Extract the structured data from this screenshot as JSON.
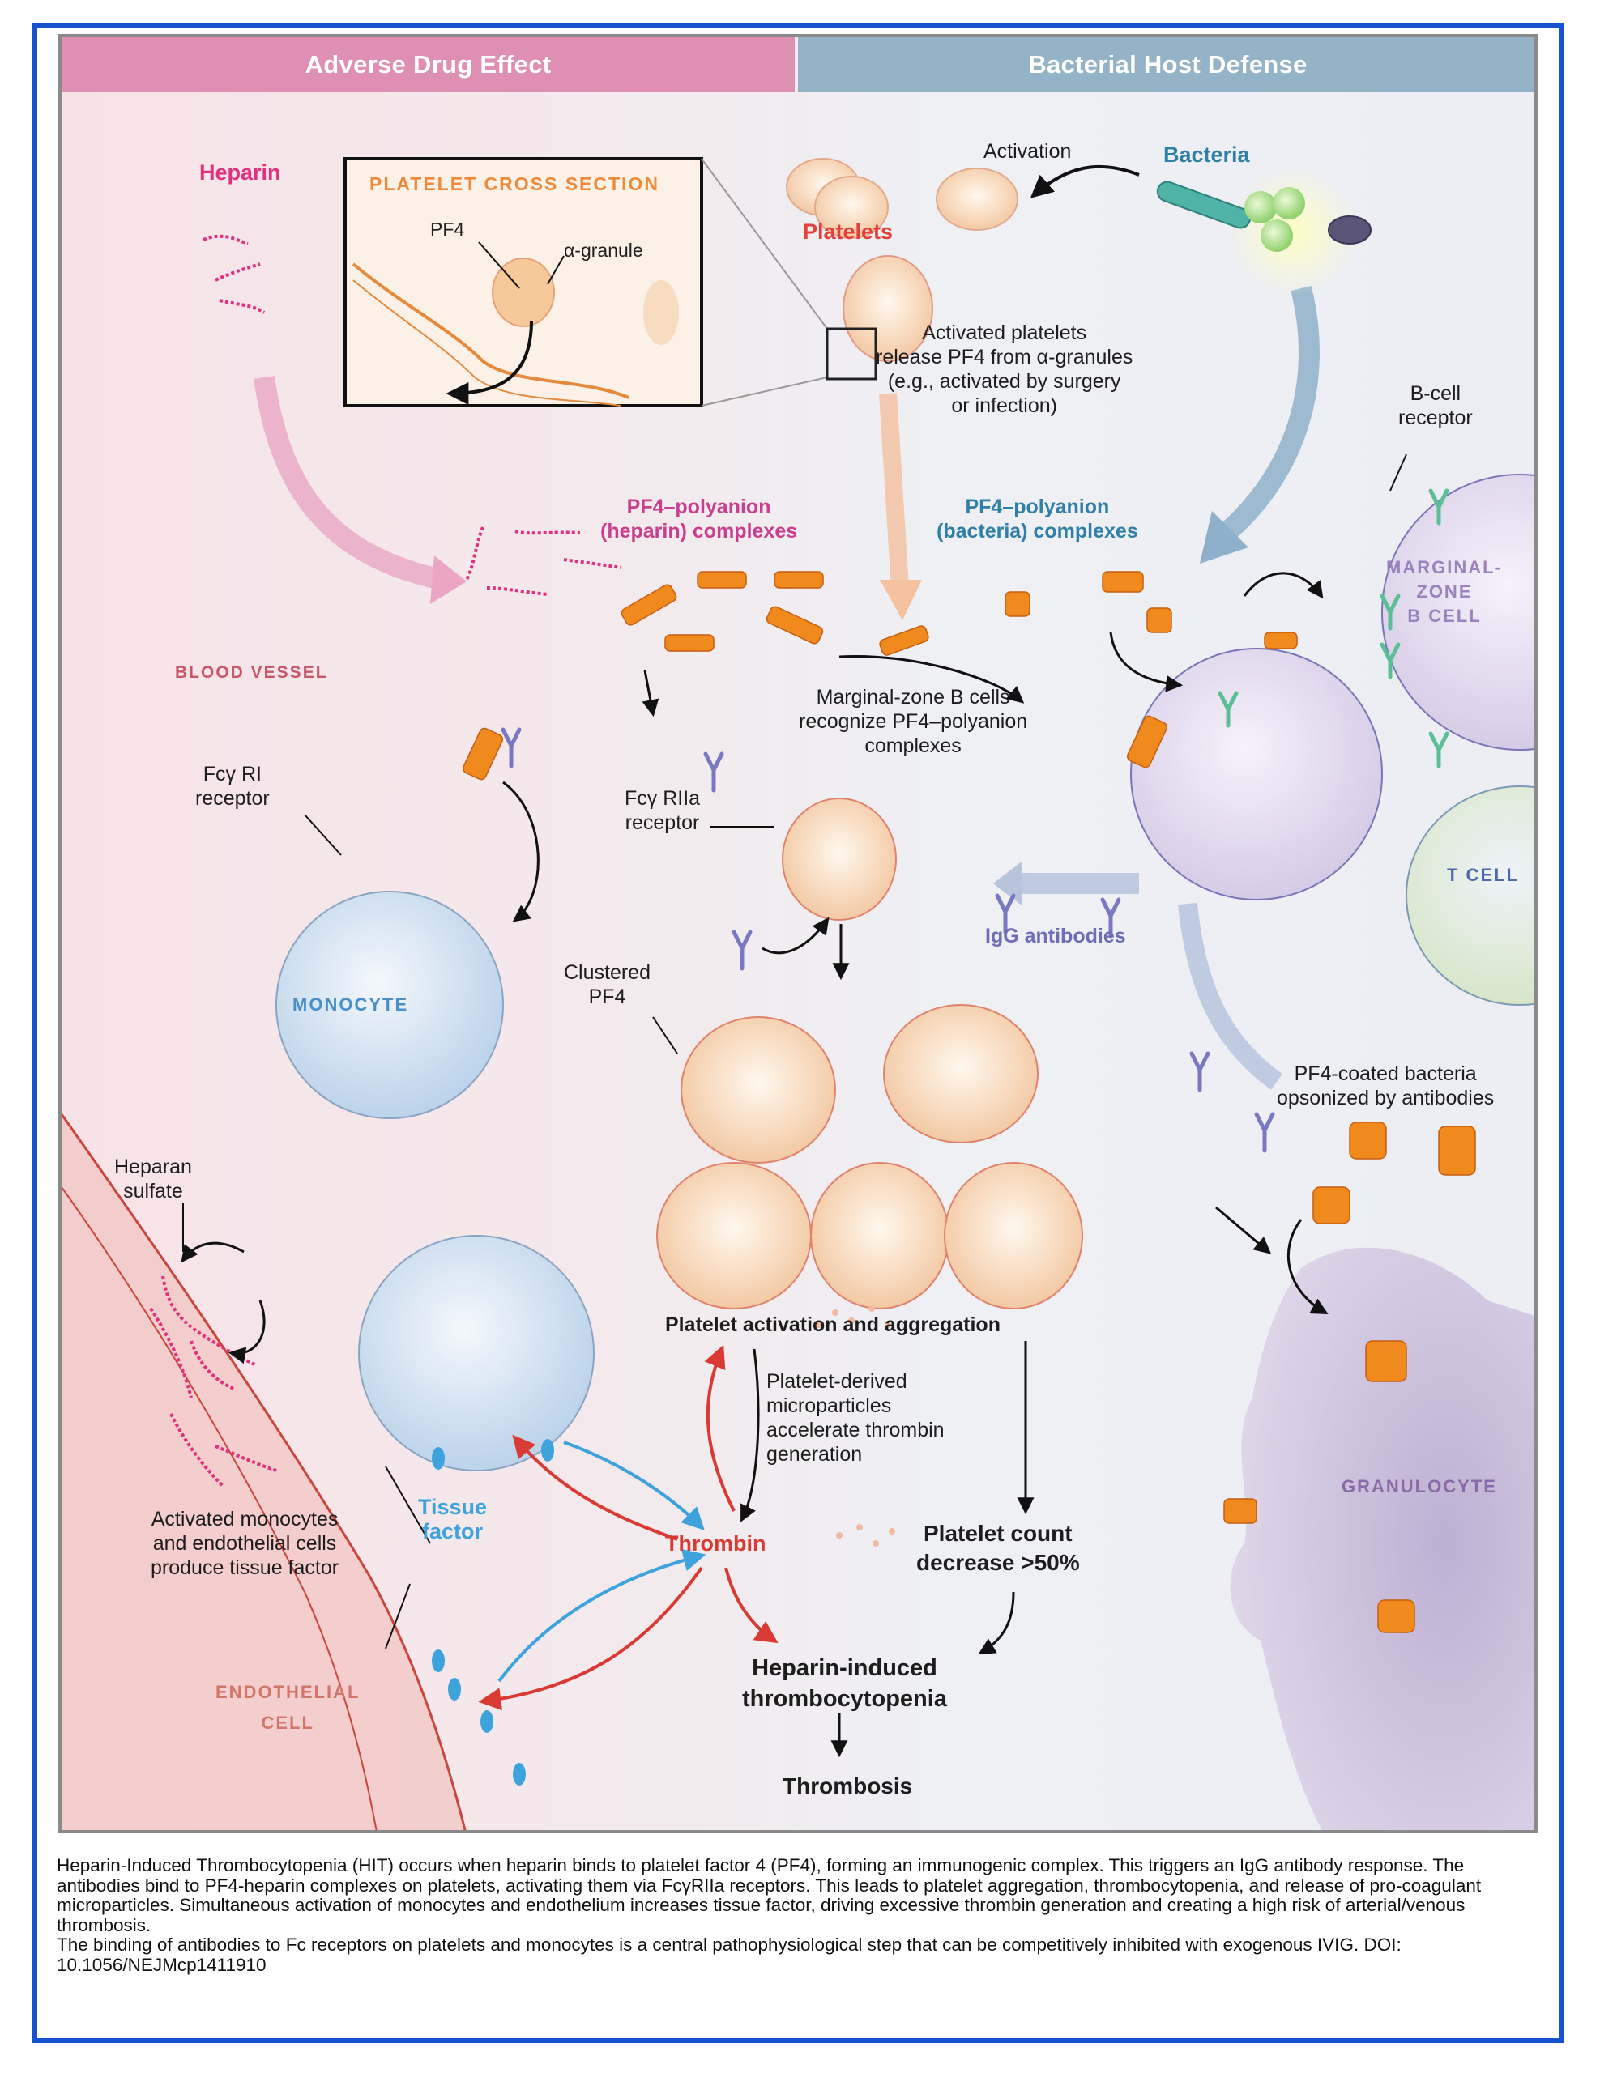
{
  "header": {
    "left_band": "Adverse Drug Effect",
    "right_band": "Bacterial Host Defense"
  },
  "labels": {
    "heparin": "Heparin",
    "inset_title": "PLATELET CROSS SECTION",
    "inset_pf4": "PF4",
    "inset_granule": "α-granule",
    "platelets": "Platelets",
    "activation": "Activation",
    "bacteria": "Bacteria",
    "activated_platelets": [
      "Activated platelets",
      "release PF4 from α-granules",
      "(e.g., activated by surgery",
      "or infection)"
    ],
    "b_cell_receptor": [
      "B-cell",
      "receptor"
    ],
    "pf4_heparin_complexes": [
      "PF4–polyanion",
      "(heparin) complexes"
    ],
    "pf4_bacteria_complexes": [
      "PF4–polyanion",
      "(bacteria) complexes"
    ],
    "marginal_zone_b_cell": [
      "MARGINAL-",
      "ZONE",
      "B CELL"
    ],
    "blood_vessel": "BLOOD VESSEL",
    "mz_recognize": [
      "Marginal-zone B cells",
      "recognize PF4–polyanion",
      "complexes"
    ],
    "fcgri_receptor": [
      "Fcγ RI",
      "receptor"
    ],
    "fcgriia_receptor": [
      "Fcγ RIIa",
      "receptor"
    ],
    "t_cell": "T CELL",
    "igg_antibodies": "IgG antibodies",
    "monocyte": "MONOCYTE",
    "clustered_pf4": [
      "Clustered",
      "PF4"
    ],
    "pf4_coated_bacteria": [
      "PF4-coated bacteria",
      "opsonized by antibodies"
    ],
    "heparan_sulfate": [
      "Heparan",
      "sulfate"
    ],
    "platelet_activation": "Platelet activation and aggregation",
    "microparticles": [
      "Platelet-derived",
      "microparticles",
      "accelerate thrombin",
      "generation"
    ],
    "granulocyte": "GRANULOCYTE",
    "activated_monocytes": [
      "Activated monocytes",
      "and endothelial cells",
      "produce tissue factor"
    ],
    "tissue_factor": [
      "Tissue",
      "factor"
    ],
    "thrombin": "Thrombin",
    "platelet_count": [
      "Platelet count",
      "decrease >50%"
    ],
    "endothelial_cell": [
      "ENDOTHELIAL",
      "CELL"
    ],
    "hit": [
      "Heparin-induced",
      "thrombocytopenia"
    ],
    "thrombosis": "Thrombosis"
  },
  "colors": {
    "frame_blue": "#1652d0",
    "heparin_pink": "#e0307f",
    "pf4_orange": "#f08a1c",
    "thrombin_red": "#d93a34",
    "tissue_factor_blue": "#3ea3dc",
    "bacteria_teal": "#2f7fa6",
    "antibody_purple": "#7a78c0"
  },
  "caption": {
    "paragraph1": "Heparin-Induced Thrombocytopenia (HIT) occurs when heparin binds to platelet factor 4 (PF4), forming an immunogenic complex. This triggers an IgG antibody response. The antibodies bind to PF4-heparin complexes on platelets, activating them via FcγRIIa receptors. This leads to platelet aggregation, thrombocytopenia, and release of pro-coagulant microparticles. Simultaneous activation of monocytes and endothelium increases tissue factor, driving excessive thrombin generation and creating a high risk of arterial/venous thrombosis.",
    "paragraph2": "The binding of antibodies to Fc receptors on platelets and monocytes is a central pathophysiological step that can be competitively inhibited with exogenous IVIG. DOI: 10.1056/NEJMcp1411910"
  }
}
